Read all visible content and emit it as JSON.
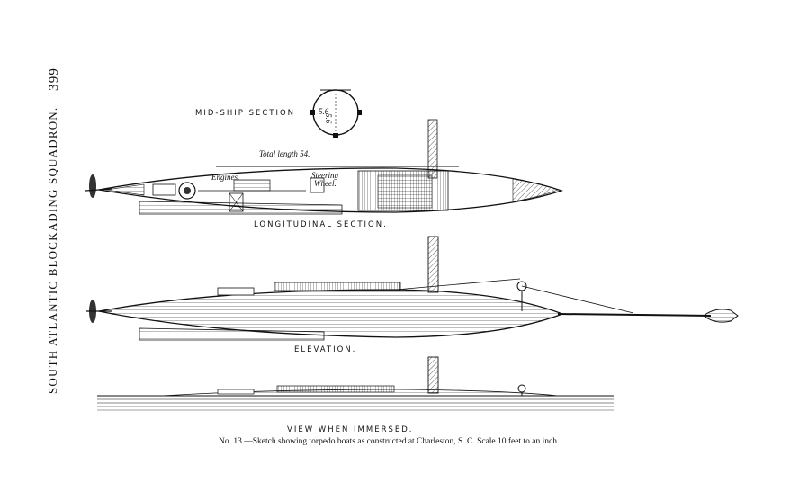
{
  "page_number": "399",
  "running_title": "SOUTH ATLANTIC BLOCKADING SQUADRON.",
  "views": {
    "midship": "MID-SHIP SECTION",
    "midship_dim_1": "5.6",
    "midship_dim_2": "5.6",
    "longitudinal": "LONGITUDINAL SECTION.",
    "elevation": "ELEVATION.",
    "immersed": "VIEW WHEN IMMERSED."
  },
  "annotations": {
    "total_length": "Total length 54.",
    "engines": "Engines.",
    "steering_1": "Steering",
    "steering_2": "Wheel."
  },
  "caption": "No. 13.—Sketch showing torpedo boats as constructed at Charleston, S. C.  Scale 10 feet to an inch."
}
